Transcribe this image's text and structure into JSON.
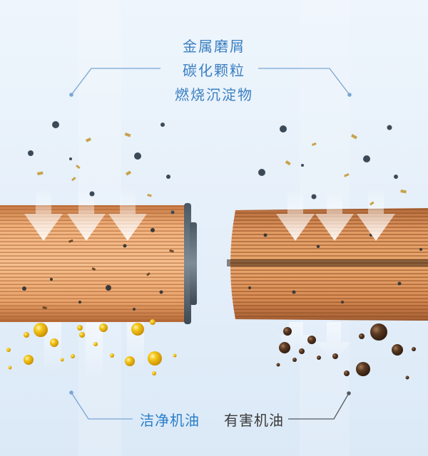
{
  "contaminants": {
    "items": [
      "金属磨屑",
      "碳化颗粒",
      "燃烧沉淀物"
    ]
  },
  "labels": {
    "clean_oil": "洁净机油",
    "harmful_oil": "有害机油"
  },
  "colors": {
    "label_blue": "#2a7ec9",
    "label_dark": "#3a3a3a",
    "filter_paper": "#e6a26a",
    "clean_oil": "#e8b30f",
    "dirty_oil": "#5a3a22",
    "particles": "#3c4a58",
    "flakes": "#c8a24a"
  }
}
